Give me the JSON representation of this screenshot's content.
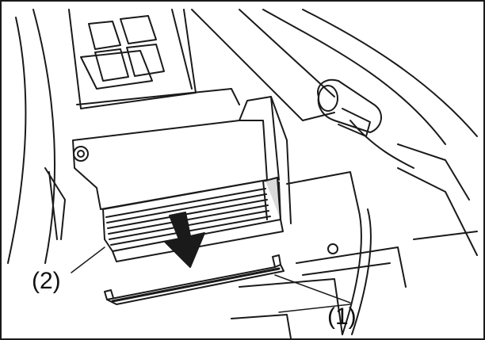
{
  "figure": {
    "callouts": [
      {
        "id": "1",
        "text": "(1)"
      },
      {
        "id": "2",
        "text": "(2)"
      }
    ],
    "colors": {
      "line": "#1a1a1a",
      "paper": "#ffffff",
      "shade": "#d9d9d9"
    }
  }
}
